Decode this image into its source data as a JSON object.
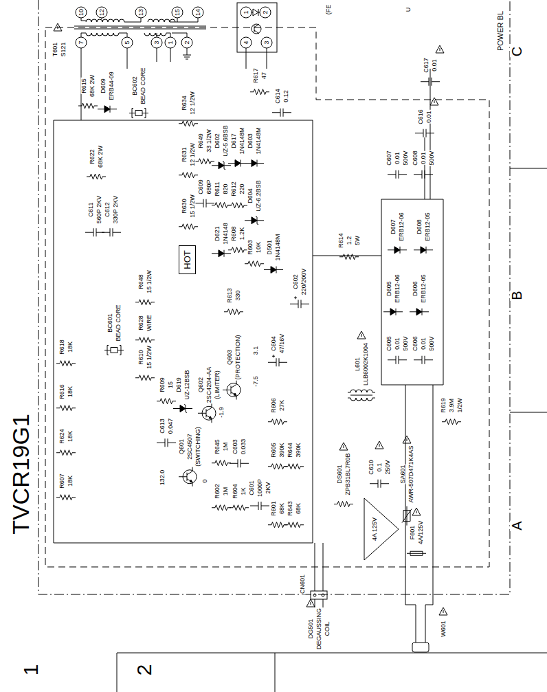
{
  "diagram": {
    "title": "TVCR19G1",
    "nodes": [
      {
        "text": [
          "HOT"
        ]
      }
    ],
    "labels": [
      "T601",
      "S121",
      "10",
      "12",
      "13",
      "15",
      "14",
      "7",
      "5",
      "3",
      "1",
      "2",
      "1",
      "2",
      "4",
      "3",
      "(FE",
      "U",
      "POWER BL",
      "C",
      "B",
      "A",
      "2",
      "1",
      "R615",
      "68K 2W",
      "D609",
      "ERB44-09",
      "BC602",
      "BEAD CORE",
      "R622",
      "68K 2W",
      "C611",
      "560P 2KV",
      "C612",
      "330P 2KV",
      "R634",
      "12 1/2W",
      "R649",
      "33 1/2W",
      "R631",
      "12 1/2W",
      "R630",
      "15 1/2W",
      "C609",
      "680P",
      "D602",
      "UZ-5.6BSB",
      "D617",
      "1N4148M",
      "D603",
      "1N4148M",
      "R611",
      "820",
      "R612",
      "220",
      "D604",
      "UZ-6.2BSB",
      "D621",
      "1N4148",
      "R608",
      "1.2K",
      "R603",
      "10K",
      "D501",
      "1N4148M",
      "R617",
      "47",
      "C614",
      "0.12",
      "R648",
      "15 1/2W",
      "R628",
      "WIRE",
      "R610",
      "15 1/2W",
      "BC601",
      "BEAD CORE",
      "R609",
      "15",
      "D619",
      "UZ-12BSB",
      "Q602",
      "2SC4204-AA",
      "(LIMITER)",
      "C613",
      "0.047",
      "Q601",
      "2SC4507",
      "(SWITCHING)",
      "R645",
      "1M",
      "C603",
      "0.033",
      "R602",
      "1M",
      "R604",
      "1K",
      "C601",
      "1000P",
      "2KV",
      "R613",
      "330",
      "Q603",
      "(PROTECTION)",
      "C604",
      "47/16V",
      "R606",
      "27K",
      "R605",
      "390K",
      "R644",
      "390K",
      "R601",
      "68K",
      "R643",
      "68K",
      "R618",
      "18K",
      "R616",
      "18K",
      "R624",
      "18K",
      "R607",
      "18K",
      "C617",
      "0.01",
      "C616",
      "0.01",
      "C607",
      "0.01",
      "500V",
      "C608",
      "0.01",
      "500V",
      "D607",
      "ERB12-06",
      "D608",
      "ERB12-05",
      "R614",
      "1.2",
      "5W",
      "C602",
      "220/200V",
      "D605",
      "ERB12-06",
      "D606",
      "ERB12-05",
      "C605",
      "0.01",
      "500V",
      "C606",
      "0.01",
      "500V",
      "L601",
      "LLB6002K1004",
      "R619",
      "3.9M",
      "1/2W",
      "C610",
      "0.1",
      "250V",
      "SA601",
      "AWR-507D471K4AS",
      "DS601",
      "ZPB31BL7R0B",
      "F601",
      "4A/125V",
      "-1.9",
      "3.1",
      "-7.5",
      "132.0",
      "0",
      "4A 125V",
      "CN601",
      "W601",
      "DG501",
      "DEGAUSSING",
      "COIL"
    ]
  }
}
